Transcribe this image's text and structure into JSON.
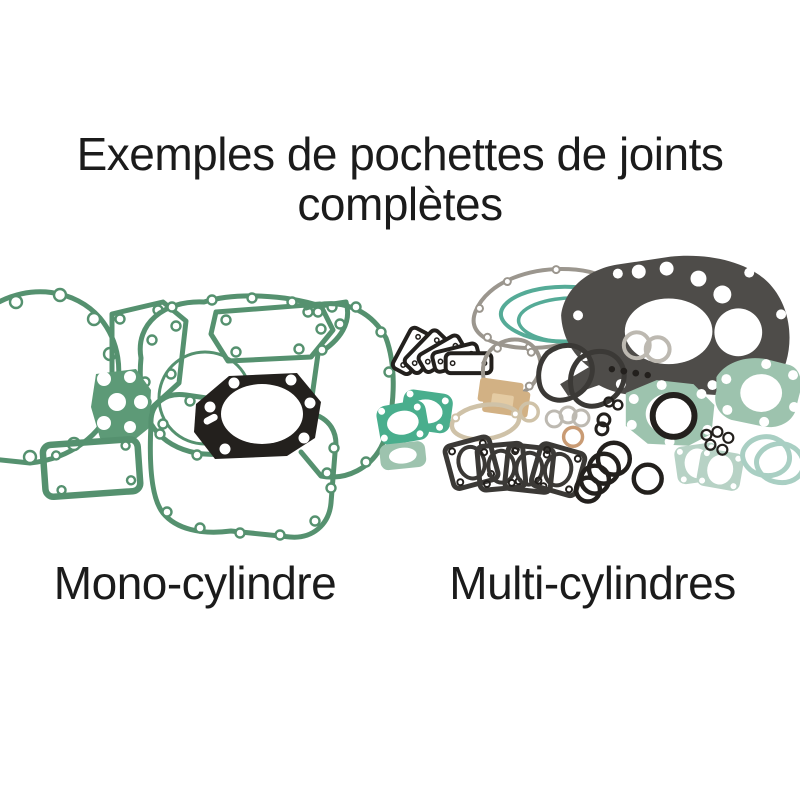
{
  "page": {
    "title": {
      "line1": "Exemples de pochettes de joints",
      "line2": "complètes"
    }
  },
  "kits": [
    {
      "id": "mono-cylindre",
      "label": "Mono-cylindre"
    },
    {
      "id": "multi-cylindres",
      "label": "Multi-cylindres"
    }
  ],
  "colors": {
    "background": "#ffffff",
    "text": "#1b1b1b",
    "gasket_teal": "#55916f",
    "gasket_teal_fill": "#5d9a77",
    "teal_outline": "#55ab97",
    "teal_fill": "#9dc3ae",
    "teal_fill_light": "#b7d2c5",
    "gasket_green": "#49ae8d",
    "gasket_dark": "#4e4c49",
    "gasket_black": "#23201d",
    "gasket_tan": "#d2b184",
    "gasket_cream": "#cfc2a8",
    "cover_gray": "#9b968e",
    "ring_gray": "#bdb9b1",
    "charcoal": "#3b3936"
  }
}
